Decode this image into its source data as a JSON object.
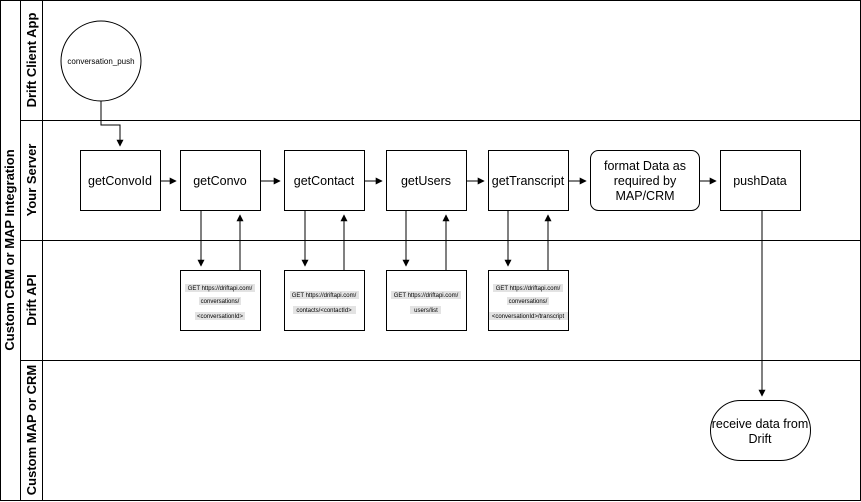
{
  "pool": {
    "title": "Custom CRM or MAP Integration"
  },
  "lanes": [
    {
      "id": "client",
      "label": "Drift Client App"
    },
    {
      "id": "server",
      "label": "Your Server"
    },
    {
      "id": "api",
      "label": "Drift API"
    },
    {
      "id": "crm",
      "label": "Custom MAP or CRM"
    }
  ],
  "event": {
    "label": "conversation_push"
  },
  "steps": [
    {
      "id": "convoid",
      "label": "getConvoId"
    },
    {
      "id": "convo",
      "label": "getConvo"
    },
    {
      "id": "contact",
      "label": "getContact"
    },
    {
      "id": "users",
      "label": "getUsers"
    },
    {
      "id": "transcript",
      "label": "getTranscript"
    },
    {
      "id": "format",
      "lines": [
        "format Data as",
        "required by",
        "MAP/CRM"
      ]
    },
    {
      "id": "push",
      "label": "pushData"
    }
  ],
  "api_calls": [
    {
      "id": "convo-api",
      "lines": [
        "GET https://driftapi.com/",
        "conversations/",
        "<conversationId>"
      ]
    },
    {
      "id": "contact-api",
      "lines": [
        "GET https://driftapi.com/",
        "contacts/<contactId>"
      ]
    },
    {
      "id": "users-api",
      "lines": [
        "GET https://driftapi.com/",
        "users/list"
      ]
    },
    {
      "id": "transcript-api",
      "lines": [
        "GET https://driftapi.com/",
        "conversations/",
        "<conversationId>/transcript"
      ]
    }
  ],
  "end_event": {
    "lines": [
      "receive data from",
      "Drift"
    ]
  }
}
